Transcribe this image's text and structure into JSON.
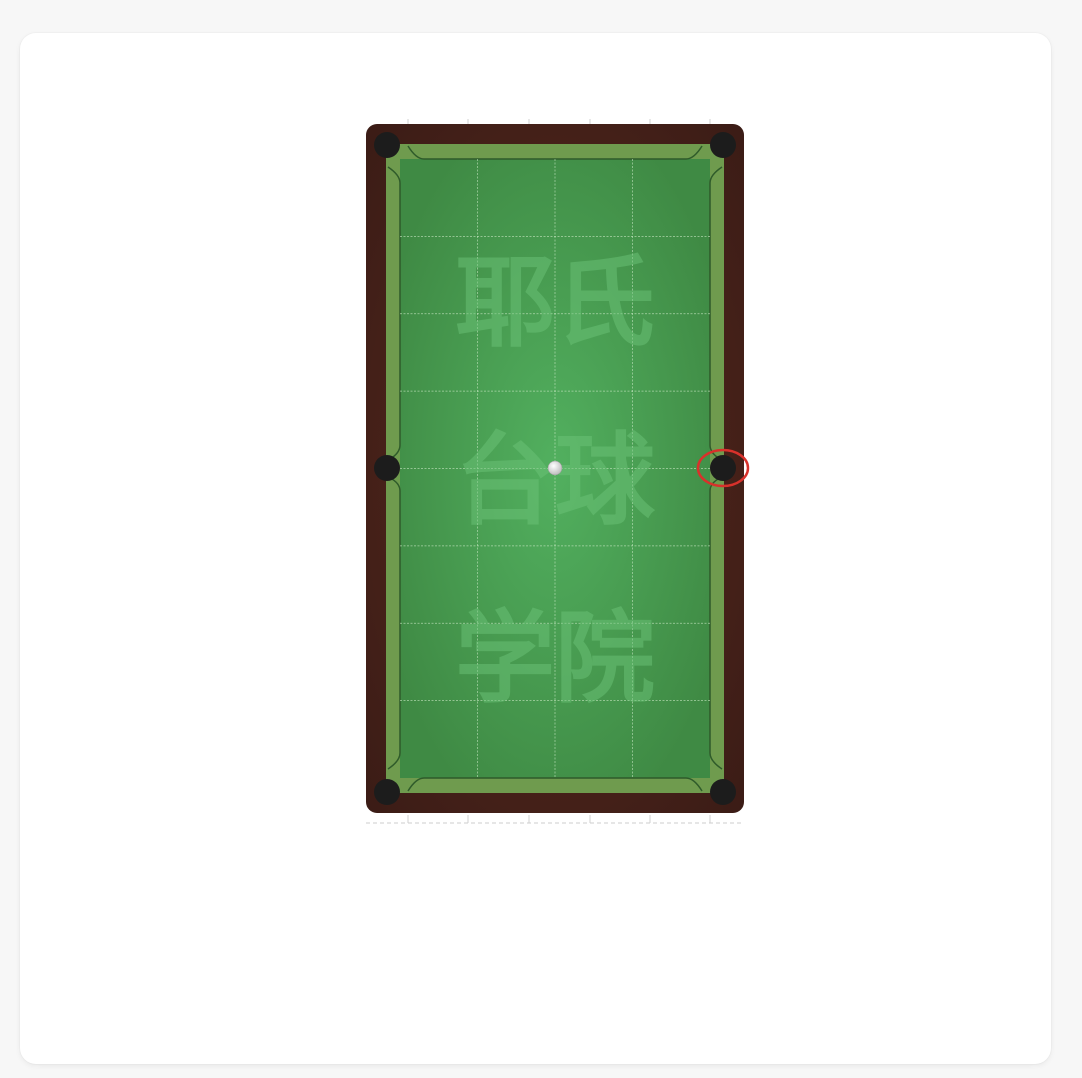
{
  "table": {
    "watermark_lines": [
      "耶氏",
      "台球",
      "学院"
    ],
    "colors": {
      "page_bg": "#f7f7f7",
      "card_bg": "#ffffff",
      "rail_wood": "#3f1e17",
      "rail_wood_highlight": "#5a2a1e",
      "cushion": "#6f9b4e",
      "cushion_edge": "#2f5b2a",
      "felt_center": "#52b05f",
      "felt_edge": "#3f8a44",
      "grid_line": "#c7e7c2",
      "pocket": "#1c1c1c",
      "target_ring": "#d9312b",
      "cue_ball": "#f2f2f2",
      "watermark": "#6cc378"
    },
    "grid": {
      "cols": 4,
      "rows": 8
    },
    "pockets": [
      {
        "id": "top-left",
        "col": 0,
        "row": 0
      },
      {
        "id": "top-right",
        "col": 1,
        "row": 0
      },
      {
        "id": "middle-left",
        "col": 0,
        "row": 1
      },
      {
        "id": "middle-right",
        "col": 1,
        "row": 1
      },
      {
        "id": "bottom-left",
        "col": 0,
        "row": 2
      },
      {
        "id": "bottom-right",
        "col": 1,
        "row": 2
      }
    ],
    "target_pocket": "middle-right",
    "cue_ball": {
      "col_frac": 0.5,
      "row_frac": 0.5
    }
  }
}
